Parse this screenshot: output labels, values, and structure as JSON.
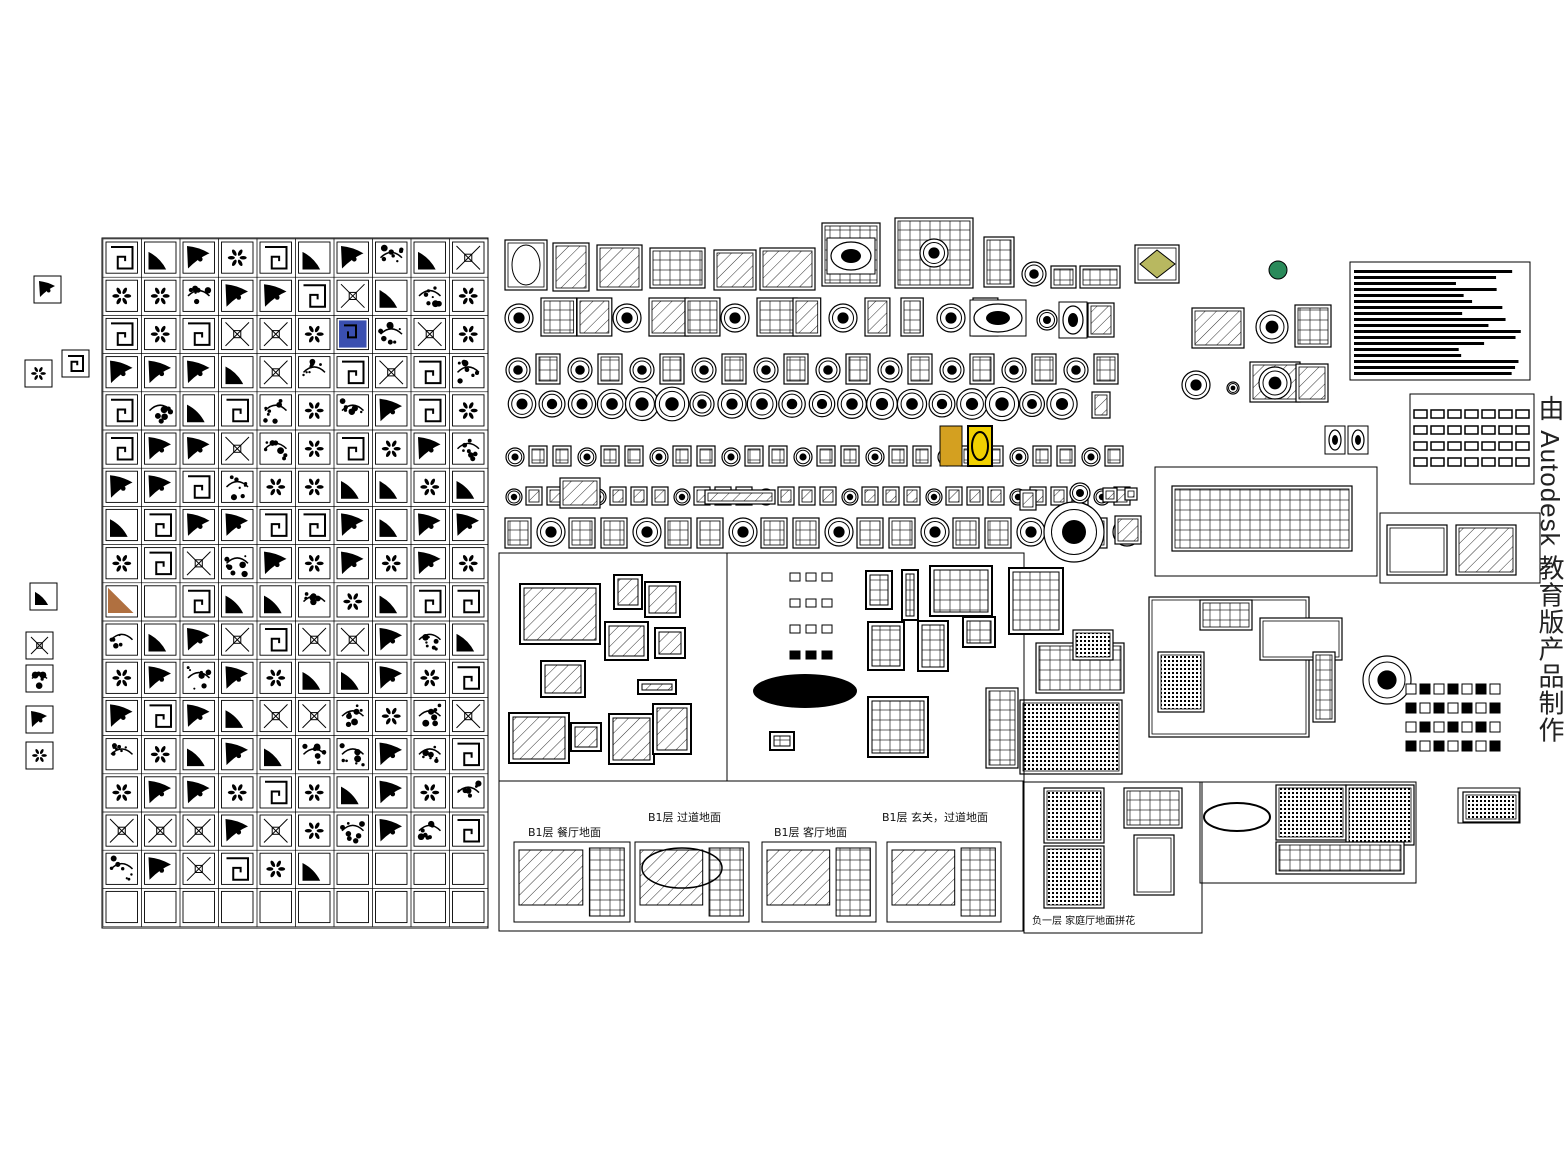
{
  "watermark": "由 Autodesk 教育版产品制作",
  "sheet_titles": [
    "B1层 餐厅地面",
    "B1层 过道地面",
    "B1层 客厅地面",
    "B1层 玄关，过道地面"
  ],
  "bottom_caption": "负一层 家庭厅地面拼花",
  "colors": {
    "ink": "#000000",
    "paper": "#ffffff",
    "accent_blue": "#3a4fb0",
    "accent_orange": "#d4a020",
    "accent_brown": "#b07040"
  }
}
